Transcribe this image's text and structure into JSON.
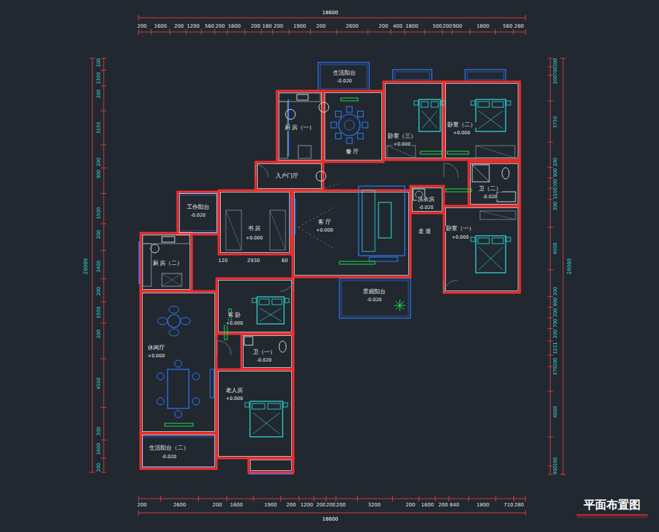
{
  "diagram": {
    "title": "平面布置图",
    "labels": [
      "18600",
      "200",
      "1600",
      "200",
      "1200",
      "560",
      "200",
      "1600",
      "200",
      "180",
      "200",
      "1900",
      "200",
      "2600",
      "200",
      "400",
      "1800",
      "500",
      "200",
      "900",
      "1800",
      "560",
      "280",
      "18600",
      "200",
      "2600",
      "200",
      "1600",
      "1900",
      "200",
      "1200",
      "200",
      "200",
      "200",
      "3200",
      "200",
      "1600",
      "200",
      "840",
      "1800",
      "710",
      "280",
      "20000",
      "200",
      "1300",
      "200",
      "3150",
      "200",
      "900",
      "1500",
      "200",
      "2400",
      "200",
      "1500",
      "200",
      "4500",
      "200",
      "1600",
      "200",
      "20000",
      "200",
      "700",
      "200",
      "3750",
      "200",
      "900",
      "200",
      "1100",
      "200",
      "4500",
      "200",
      "900",
      "200",
      "700",
      "200",
      "1221",
      "200",
      "379",
      "4000",
      "200",
      "400",
      "生活阳台",
      "-0.020",
      "厨 房（一）",
      "餐 厅",
      "入户门厅",
      "卧室（三）",
      "+0.000",
      "卧室（二）",
      "+0.000",
      "卫（二）",
      "-0.020",
      "洗衣房",
      "-0.020",
      "走 道",
      "卧室（一）",
      "+0.000",
      "客 厅",
      "+0.000",
      "景观阳台",
      "-0.020",
      "工作阳台",
      "-0.020",
      "书 房",
      "+0.000",
      "120",
      "2930",
      "60",
      "厨 房（二）",
      "休闲厅",
      "+0.000",
      "客 卧",
      "+0.000",
      "卫（一）",
      "-0.020",
      "老人房",
      "+0.000",
      "生活阳台（二）",
      "-0.020"
    ]
  }
}
